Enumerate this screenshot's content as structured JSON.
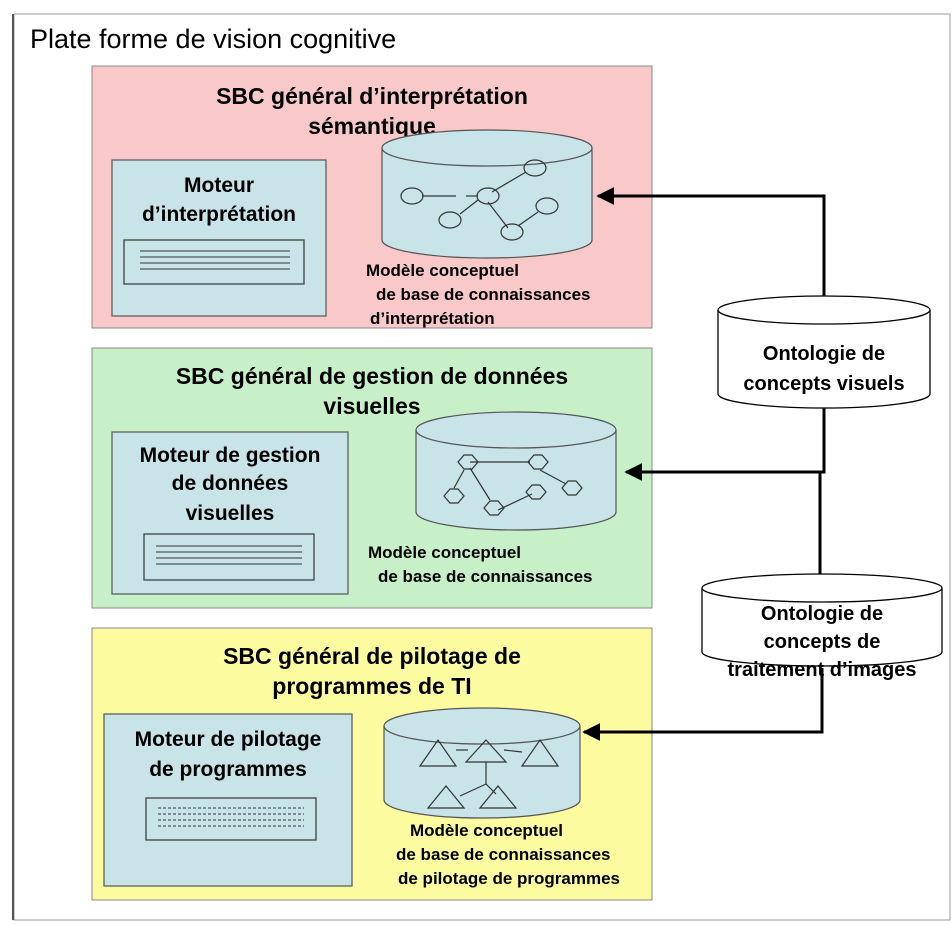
{
  "page_title": "Plate forme de vision cognitive",
  "sections": [
    {
      "header": [
        "SBC général d’interprétation",
        "sémantique"
      ],
      "engine": [
        "Moteur",
        "d’interprétation"
      ],
      "model": [
        "Modèle conceptuel",
        "de base de connaissances",
        "d’interprétation"
      ],
      "color": "#f9c8c8",
      "graph_icon": "node-graph-icon"
    },
    {
      "header": [
        "SBC général de gestion de données",
        "visuelles"
      ],
      "engine": [
        "Moteur de gestion",
        "de données",
        "visuelles"
      ],
      "model": [
        "Modèle conceptuel",
        "de base de connaissances"
      ],
      "color": "#c8f0c8",
      "graph_icon": "hexagon-graph-icon"
    },
    {
      "header": [
        "SBC général de pilotage de",
        "programmes de TI"
      ],
      "engine": [
        "Moteur de pilotage",
        "de programmes"
      ],
      "model": [
        "Modèle conceptuel",
        "de base de connaissances",
        "de pilotage de programmes"
      ],
      "color": "#fdfba0",
      "graph_icon": "triangle-graph-icon"
    }
  ],
  "ontologies": [
    {
      "lines": [
        "Ontologie de",
        "concepts visuels"
      ]
    },
    {
      "lines": [
        "Ontologie de",
        "concepts de",
        "traitement d’images"
      ]
    }
  ],
  "colors": {
    "engine_box": "#c8e4e8",
    "database": "#c8e4e8",
    "ontology": "#ffffff",
    "arrows": "#000000"
  }
}
